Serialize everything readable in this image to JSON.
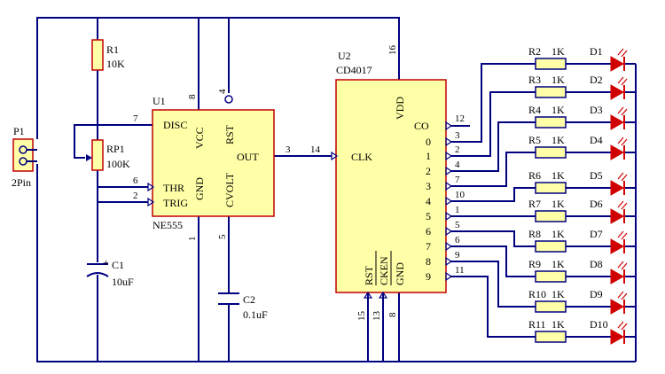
{
  "u1": {
    "ref": "U1",
    "part": "NE555",
    "pins_in": {
      "disc": "DISC",
      "thr": "THR",
      "trig": "TRIG",
      "out": "OUT"
    },
    "pins_rot": {
      "vcc": "VCC",
      "gnd": "GND",
      "rst": "RST",
      "cvolt": "CVOLT"
    },
    "nums": {
      "p7": "7",
      "p6": "6",
      "p2": "2",
      "p3": "3",
      "p8": "8",
      "p4": "4",
      "p1": "1",
      "p5": "5"
    }
  },
  "u2": {
    "ref": "U2",
    "part": "CD4017",
    "vdd": "VDD",
    "clk": "CLK",
    "co": "CO",
    "outs": [
      "0",
      "1",
      "2",
      "3",
      "4",
      "5",
      "6",
      "7",
      "8",
      "9"
    ],
    "bottom": {
      "rst": "RST",
      "cken": "CKEN",
      "gnd": "GND"
    },
    "nums": {
      "p16": "16",
      "p14": "14",
      "p12": "12",
      "p15": "15",
      "p13": "13",
      "p8": "8"
    },
    "out_pin_nums": [
      "3",
      "2",
      "4",
      "7",
      "10",
      "1",
      "5",
      "6",
      "9",
      "11"
    ]
  },
  "p1": {
    "ref": "P1",
    "value": "2Pin"
  },
  "r1": {
    "ref": "R1",
    "value": "10K"
  },
  "rp1": {
    "ref": "RP1",
    "value": "100K"
  },
  "c1": {
    "ref": "C1",
    "value": "10uF",
    "plus": "+"
  },
  "c2": {
    "ref": "C2",
    "value": "0.1uF"
  },
  "resistors": [
    {
      "ref": "R2",
      "value": "1K"
    },
    {
      "ref": "R3",
      "value": "1K"
    },
    {
      "ref": "R4",
      "value": "1K"
    },
    {
      "ref": "R5",
      "value": "1K"
    },
    {
      "ref": "R6",
      "value": "1K"
    },
    {
      "ref": "R7",
      "value": "1K"
    },
    {
      "ref": "R8",
      "value": "1K"
    },
    {
      "ref": "R9",
      "value": "1K"
    },
    {
      "ref": "R10",
      "value": "1K"
    },
    {
      "ref": "R11",
      "value": "1K"
    }
  ],
  "leds": [
    "D1",
    "D2",
    "D3",
    "D4",
    "D5",
    "D6",
    "D7",
    "D8",
    "D9",
    "D10"
  ],
  "colors": {
    "ic_fill": "#ffffa8",
    "ic_border": "#c00000",
    "wire": "#000080",
    "resistor_border": "#000080",
    "led": "#d00000",
    "text": "#000000"
  }
}
